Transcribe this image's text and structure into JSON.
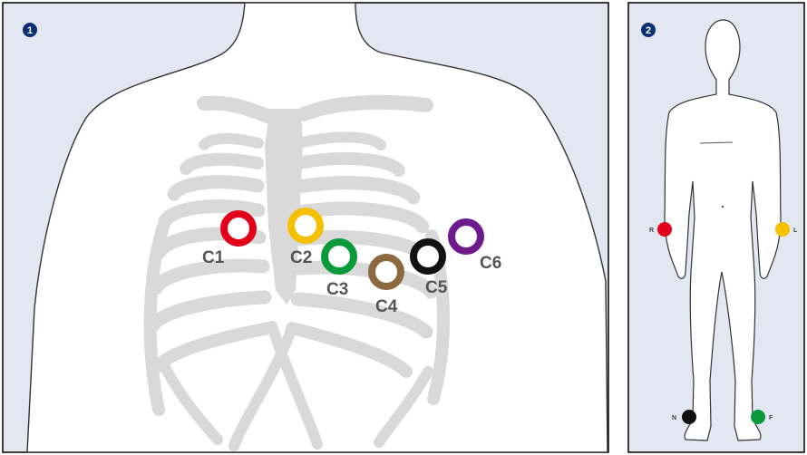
{
  "panels": [
    {
      "badge": "1"
    },
    {
      "badge": "2"
    }
  ],
  "chest_electrodes": [
    {
      "label": "C1",
      "color": "#e3001b"
    },
    {
      "label": "C2",
      "color": "#f5c000"
    },
    {
      "label": "C3",
      "color": "#0a9a3c"
    },
    {
      "label": "C4",
      "color": "#8a6a3e"
    },
    {
      "label": "C5",
      "color": "#111111"
    },
    {
      "label": "C6",
      "color": "#6d1a8c"
    }
  ],
  "limb_electrodes": [
    {
      "label": "R",
      "color": "#e3001b"
    },
    {
      "label": "L",
      "color": "#f5c000"
    },
    {
      "label": "N",
      "color": "#111111"
    },
    {
      "label": "F",
      "color": "#0a9a3c"
    }
  ],
  "colors": {
    "panel_background": "#e3e7f2",
    "badge": "#0b2f73",
    "body_outline": "#333333",
    "bone": "#d9d9d9"
  }
}
